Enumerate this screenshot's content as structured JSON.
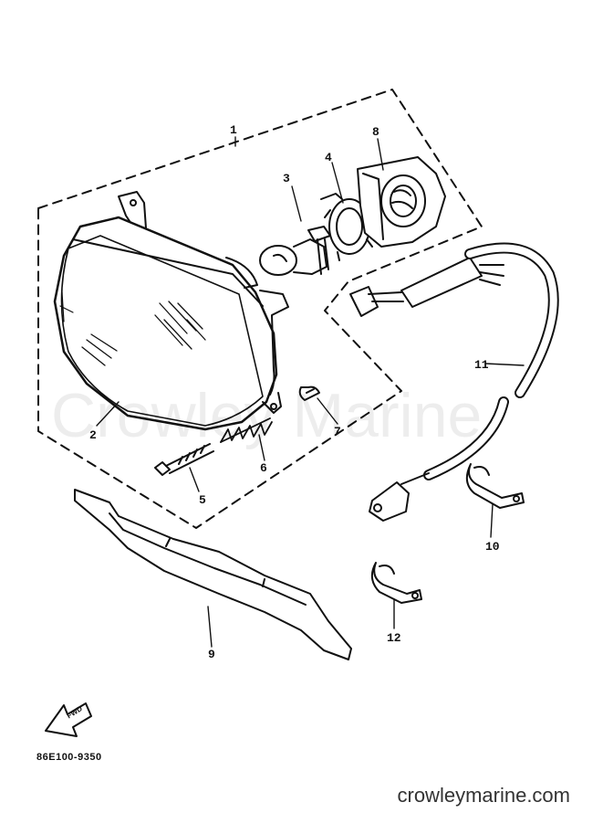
{
  "callouts": {
    "c1": "1",
    "c2": "2",
    "c3": "3",
    "c4": "4",
    "c5": "5",
    "c6": "6",
    "c7": "7",
    "c8": "8",
    "c9": "9",
    "c10": "10",
    "c11": "11",
    "c12": "12"
  },
  "diagram_code": "86E100-9350",
  "fwd_label": "FWD",
  "watermark": "Crowley Marine",
  "site_label": "crowleymarine.com",
  "colors": {
    "ink": "#111111",
    "background": "#ffffff"
  }
}
